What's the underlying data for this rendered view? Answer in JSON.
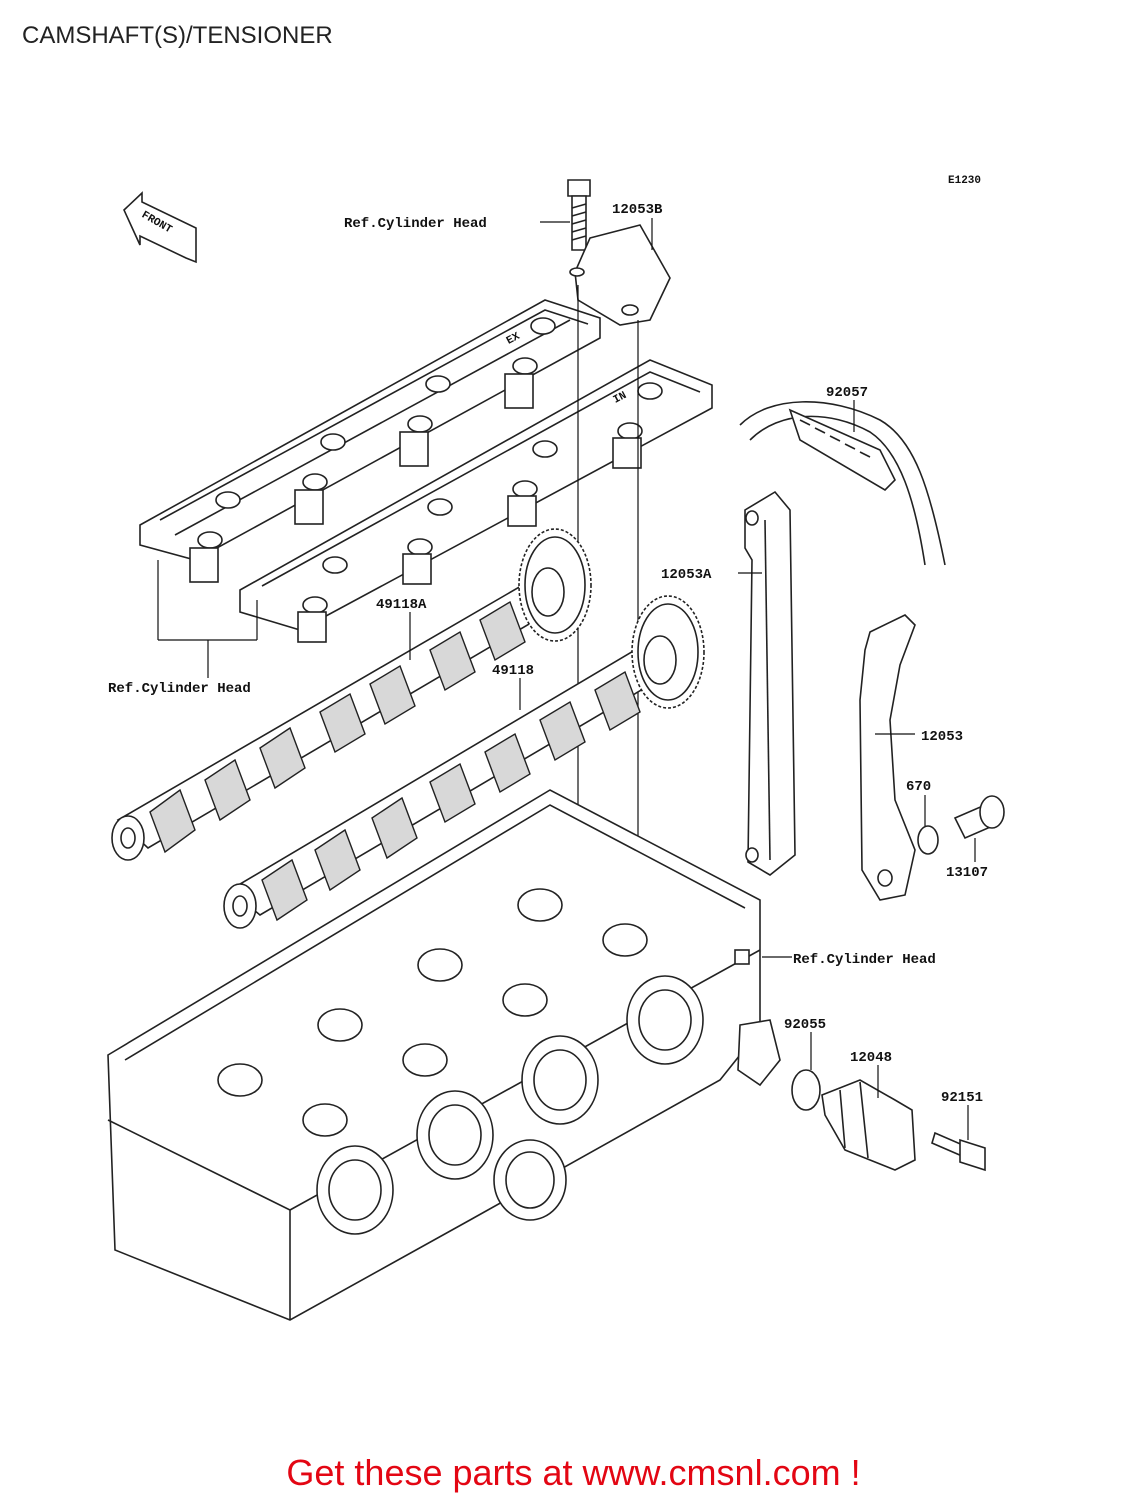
{
  "title": "CAMSHAFT(S)/TENSIONER",
  "diagram_code": "E1230",
  "front_label": "FRONT",
  "ref_labels": {
    "top": "Ref.Cylinder Head",
    "left": "Ref.Cylinder Head",
    "right": "Ref.Cylinder Head"
  },
  "part_numbers": {
    "p12053B": "12053B",
    "p92057": "92057",
    "p12053A": "12053A",
    "p49118A": "49118A",
    "p49118": "49118",
    "p12053": "12053",
    "p670": "670",
    "p13107": "13107",
    "p92055": "92055",
    "p12048": "12048",
    "p92151": "92151"
  },
  "footer": "Get these parts at www.cmsnl.com !"
}
